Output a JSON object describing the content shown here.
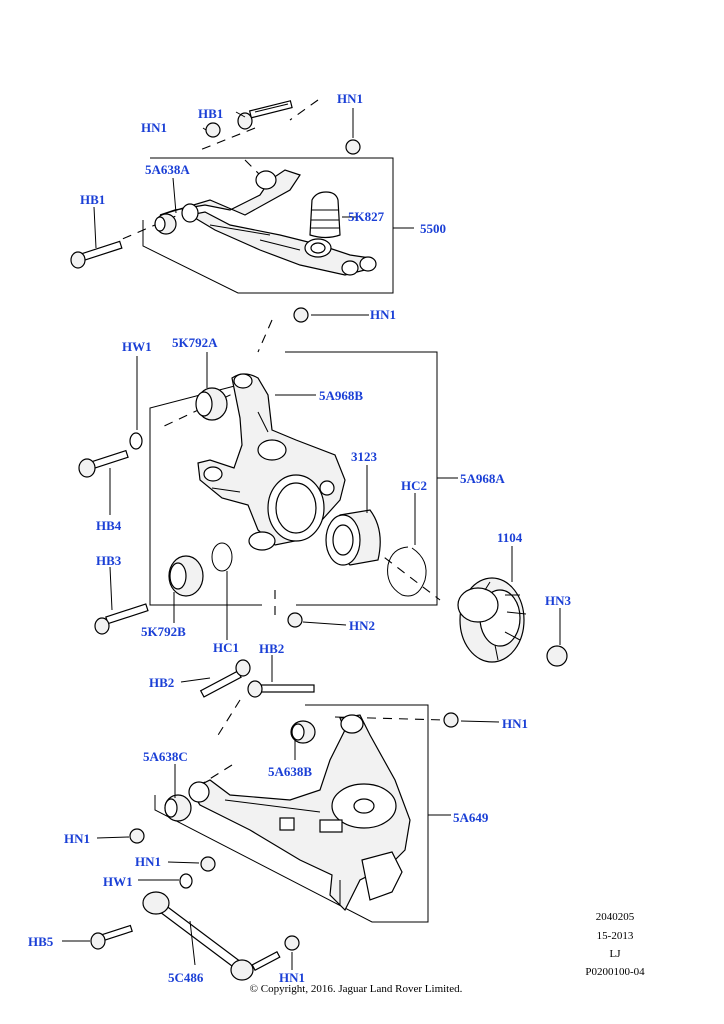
{
  "callouts": {
    "hn1_a": "HN1",
    "hb1_a": "HB1",
    "hn1_b": "HN1",
    "p5a638a": "5A638A",
    "hb1_b": "HB1",
    "p5k827": "5K827",
    "p5500": "5500",
    "hn1_c": "HN1",
    "hw1_a": "HW1",
    "p5k792a": "5K792A",
    "p5a968b": "5A968B",
    "p3123": "3123",
    "hc2": "HC2",
    "p5a968a": "5A968A",
    "hb4": "HB4",
    "hb3": "HB3",
    "p1104": "1104",
    "hn3": "HN3",
    "p5k792b": "5K792B",
    "hn2": "HN2",
    "hc1": "HC1",
    "hb2_a": "HB2",
    "hb2_b": "HB2",
    "hn1_d": "HN1",
    "p5a638c": "5A638C",
    "p5a638b": "5A638B",
    "p5a649": "5A649",
    "hn1_e": "HN1",
    "hn1_f": "HN1",
    "hw1_b": "HW1",
    "hb5": "HB5",
    "p5c486": "5C486",
    "hn1_g": "HN1"
  },
  "reference": {
    "line1": "2040205",
    "line2": "15-2013",
    "line3": "LJ",
    "line4": "P0200100-04"
  },
  "copyright": "© Copyright, 2016. Jaguar Land Rover Limited.",
  "colors": {
    "callout": "#1a3fd6",
    "line": "#000000",
    "background": "#ffffff"
  }
}
